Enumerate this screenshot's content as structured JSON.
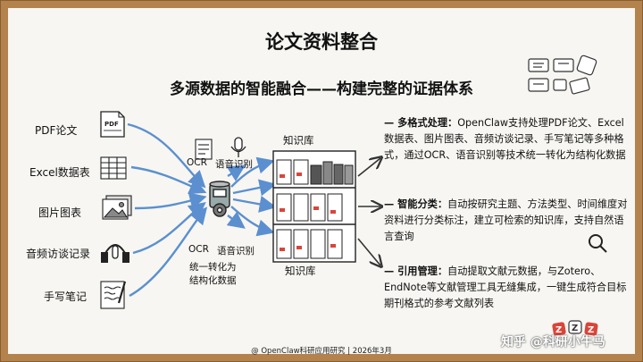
{
  "title": "论文资料整合",
  "subtitle": "多源数据的智能融合——构建完整的证据体系",
  "sources": [
    {
      "label": "PDF论文",
      "icon": "pdf-document-icon"
    },
    {
      "label": "Excel数据表",
      "icon": "spreadsheet-icon"
    },
    {
      "label": "图片图表",
      "icon": "image-icon"
    },
    {
      "label": "音频访谈记录",
      "icon": "headphones-icon"
    },
    {
      "label": "手写笔记",
      "icon": "handwritten-note-icon"
    }
  ],
  "hub": {
    "ocr_top": "OCR",
    "speech_top": "语音识别",
    "ocr_bottom": "OCR",
    "speech_bottom": "语音识别",
    "unify_line1": "统一转化为",
    "unify_line2": "结构化数据"
  },
  "library": {
    "label_top": "知识库",
    "label_bottom": "知识库"
  },
  "features": [
    {
      "head": "多格式处理：",
      "body": "OpenClaw支持处理PDF论文、Excel数据表、图片图表、音频访谈记录、手写笔记等多种格式，通过OCR、语音识别等技术统一转化为结构化数据"
    },
    {
      "head": "智能分类：",
      "body": "自动按研究主题、方法类型、时间维度对资料进行分类标注，建立可检索的知识库，支持自然语言查询"
    },
    {
      "head": "引用管理：",
      "body": "自动提取文献元数据，与Zotero、EndNote等文献管理工具无缝集成，一键生成符合目标期刊格式的参考文献列表"
    }
  ],
  "footer": "@ OpenClaw科研应用研究 | 2026年3月",
  "watermark": "知乎 @科研小牛马",
  "colors": {
    "accent_blue": "#5b8fd0",
    "accent_red": "#d9453a",
    "wood": "#b4824c"
  }
}
